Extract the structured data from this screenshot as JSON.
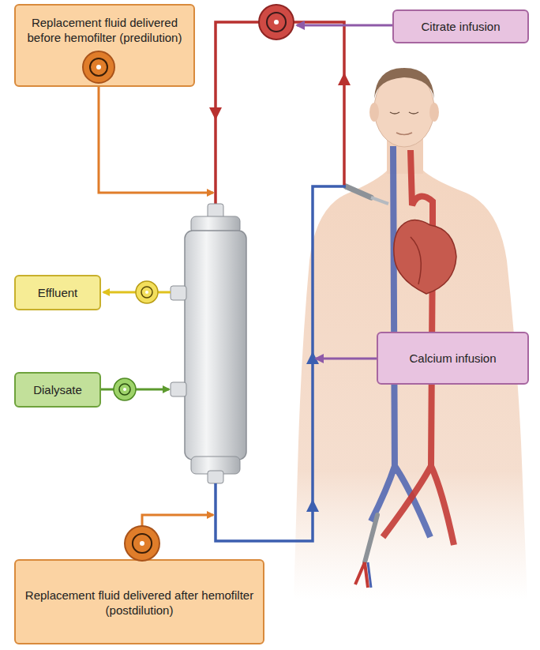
{
  "diagram": {
    "nodes": [
      {
        "text": [
          "Replacement fluid delivered before hemofilter (predilution)"
        ]
      },
      {
        "text": [
          "Citrate infusion"
        ]
      },
      {
        "text": [
          "Effluent"
        ]
      },
      {
        "text": [
          "Calcium infusion"
        ]
      },
      {
        "text": [
          "Dialysate"
        ]
      },
      {
        "text": [
          "Replacement fluid delivered after hemofilter (postdilution)"
        ]
      }
    ]
  }
}
